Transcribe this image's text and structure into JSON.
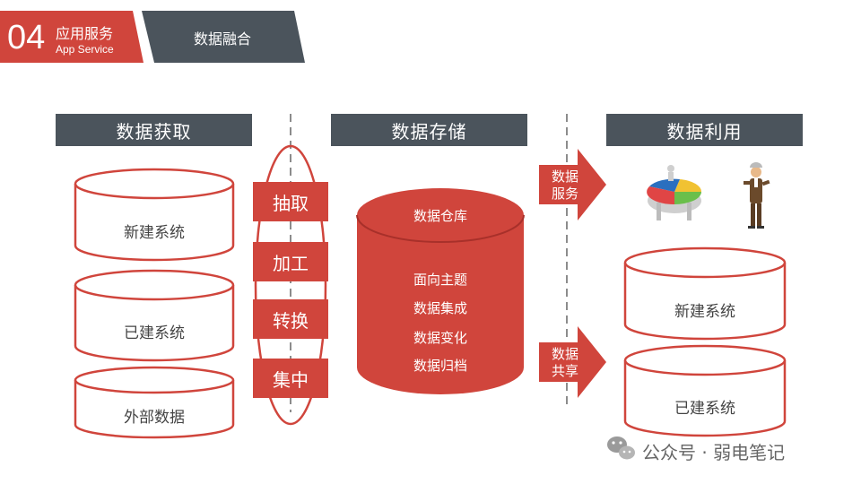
{
  "header": {
    "number": "04",
    "title_cn": "应用服务",
    "title_en": "App Service",
    "subtitle": "数据融合"
  },
  "sections": {
    "acquire": "数据获取",
    "store": "数据存储",
    "use": "数据利用"
  },
  "sources": [
    "新建系统",
    "已建系统",
    "外部数据"
  ],
  "etl_steps": [
    "抽取",
    "加工",
    "转换",
    "集中"
  ],
  "warehouse": {
    "title": "数据仓库",
    "features": [
      "面向主题",
      "数据集成",
      "数据变化",
      "数据归档"
    ]
  },
  "arrows": {
    "service": [
      "数据",
      "服务"
    ],
    "share": [
      "数据",
      "共享"
    ]
  },
  "targets": [
    "新建系统",
    "已建系统"
  ],
  "watermark": "公众号 · 弱电笔记",
  "colors": {
    "accent": "#d0453c",
    "dark": "#4b545c"
  },
  "icons": [
    "pie-chart-icon",
    "businessman-icon",
    "wechat-icon"
  ]
}
